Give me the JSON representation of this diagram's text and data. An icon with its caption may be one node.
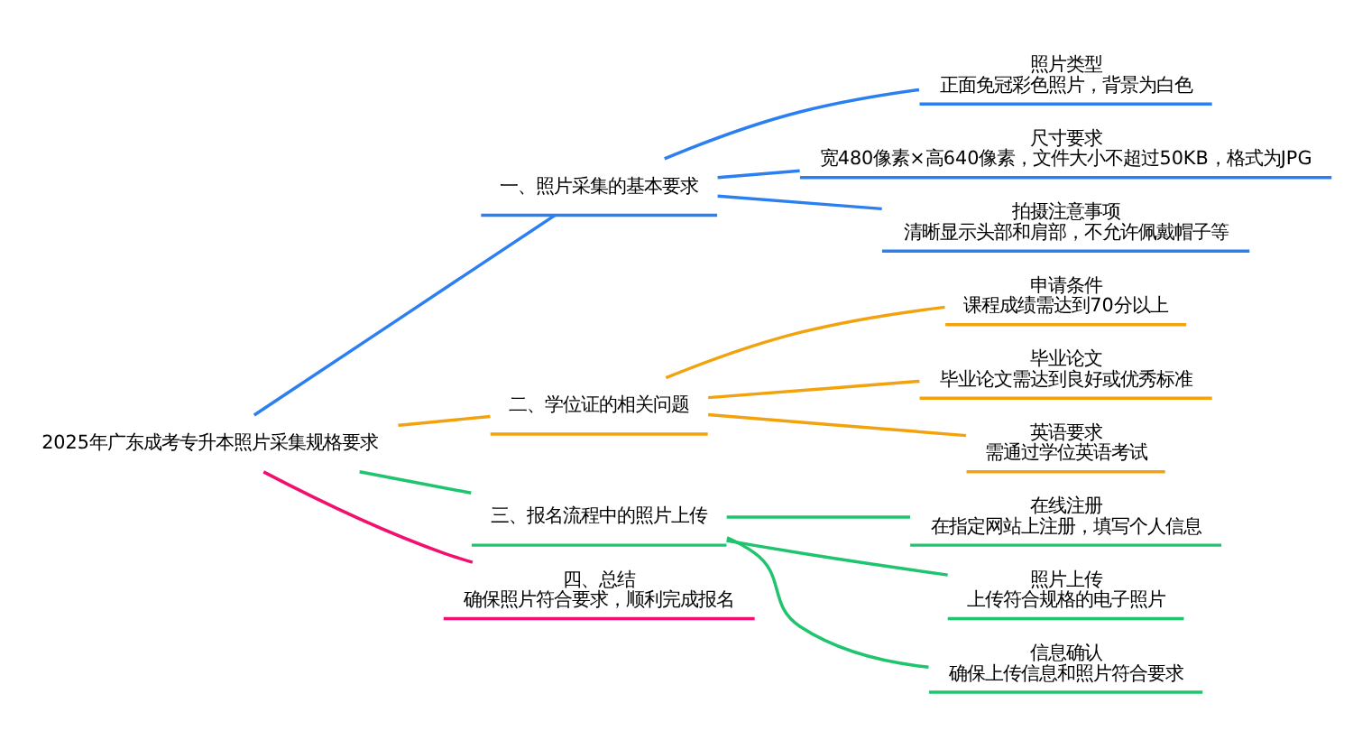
{
  "diagram": {
    "nodes": [
      {
        "text": [
          "2025年广东成考专升本照片采集规格要求"
        ]
      },
      {
        "text": [
          "一、照片采集的基本要求"
        ]
      },
      {
        "text": [
          "照片类型",
          "正面免冠彩色照片，背景为白色"
        ]
      },
      {
        "text": [
          "尺寸要求",
          "宽480像素×高640像素，文件大小不超过50KB，格式为JPG"
        ]
      },
      {
        "text": [
          "拍摄注意事项",
          "清晰显示头部和肩部，不允许佩戴帽子等"
        ]
      },
      {
        "text": [
          "二、学位证的相关问题"
        ]
      },
      {
        "text": [
          "申请条件",
          "课程成绩需达到70分以上"
        ]
      },
      {
        "text": [
          "毕业论文",
          "毕业论文需达到良好或优秀标准"
        ]
      },
      {
        "text": [
          "英语要求",
          "需通过学位英语考试"
        ]
      },
      {
        "text": [
          "三、报名流程中的照片上传"
        ]
      },
      {
        "text": [
          "在线注册",
          "在指定网站上注册，填写个人信息"
        ]
      },
      {
        "text": [
          "照片上传",
          "上传符合规格的电子照片"
        ]
      },
      {
        "text": [
          "信息确认",
          "确保上传信息和照片符合要求"
        ]
      },
      {
        "text": [
          "四、总结",
          "确保照片符合要求，顺利完成报名"
        ]
      }
    ],
    "edges": [
      {
        "from": 0,
        "to": 1,
        "arrow": "none",
        "color": "#2b7ff0"
      },
      {
        "from": 1,
        "to": 2,
        "arrow": "none",
        "color": "#2b7ff0"
      },
      {
        "from": 1,
        "to": 3,
        "arrow": "none",
        "color": "#2b7ff0"
      },
      {
        "from": 1,
        "to": 4,
        "arrow": "none",
        "color": "#2b7ff0"
      },
      {
        "from": 0,
        "to": 5,
        "arrow": "none",
        "color": "#f2a20c"
      },
      {
        "from": 5,
        "to": 6,
        "arrow": "none",
        "color": "#f2a20c"
      },
      {
        "from": 5,
        "to": 7,
        "arrow": "none",
        "color": "#f2a20c"
      },
      {
        "from": 5,
        "to": 8,
        "arrow": "none",
        "color": "#f2a20c"
      },
      {
        "from": 0,
        "to": 9,
        "arrow": "none",
        "color": "#1fc46e"
      },
      {
        "from": 9,
        "to": 10,
        "arrow": "none",
        "color": "#1fc46e"
      },
      {
        "from": 9,
        "to": 11,
        "arrow": "none",
        "color": "#1fc46e"
      },
      {
        "from": 9,
        "to": 12,
        "arrow": "none",
        "color": "#1fc46e"
      },
      {
        "from": 0,
        "to": 13,
        "arrow": "none",
        "color": "#f2106e"
      }
    ]
  }
}
